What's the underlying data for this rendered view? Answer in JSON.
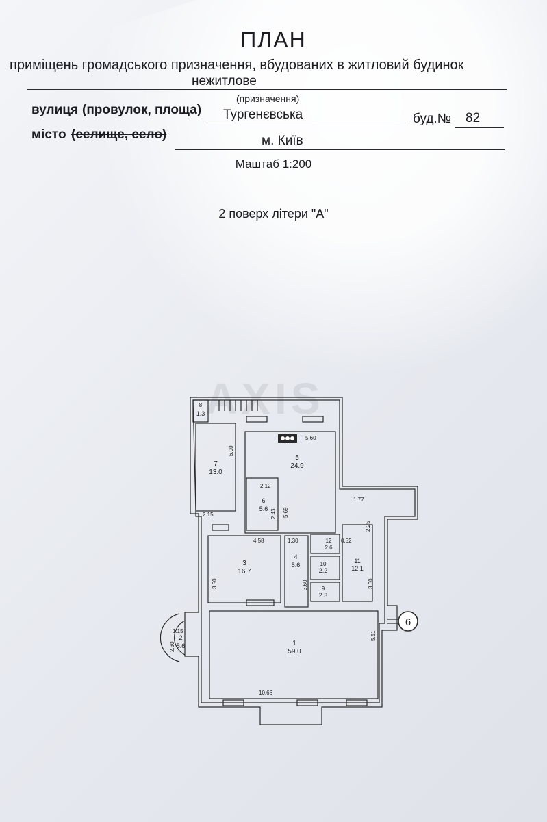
{
  "header": {
    "title": "ПЛАН",
    "subtitle": "приміщень громадського призначення, вбудованих в житловий будинок",
    "purpose": "нежитлове",
    "purpose_hint": "(призначення)"
  },
  "address": {
    "street_label": "вулиця",
    "street_strike": "(провулок, площа)",
    "street_value": "Тургенєвська",
    "building_label": "буд.№",
    "building_value": "82",
    "city_label": "місто",
    "city_strike": "(селище, село)",
    "city_value": "м. Київ"
  },
  "scale": "Маштаб 1:200",
  "floor": "2 поверх літери \"А\"",
  "watermark": "AXIS",
  "plan": {
    "marker": "6",
    "rooms": [
      {
        "no": "1",
        "area": "59.0"
      },
      {
        "no": "2",
        "area": "5.6"
      },
      {
        "no": "3",
        "area": "16.7"
      },
      {
        "no": "4",
        "area": "5.6"
      },
      {
        "no": "5",
        "area": "24.9"
      },
      {
        "no": "6",
        "area": "5.6"
      },
      {
        "no": "7",
        "area": "13.0"
      },
      {
        "no": "8",
        "area": "1.3"
      },
      {
        "no": "9",
        "area": "2.3"
      },
      {
        "no": "10",
        "area": "2.2"
      },
      {
        "no": "11",
        "area": "12.1"
      },
      {
        "no": "12",
        "area": "2.6"
      }
    ],
    "dimensions": {
      "d560": "5.60",
      "d600": "6.00",
      "d212": "2.12",
      "d243": "2.43",
      "d569": "5.69",
      "d215": "2.15",
      "d177": "1.77",
      "d225": "2.25",
      "d458": "4.58",
      "d130": "1.30",
      "d052": "0.52",
      "d350": "3.50",
      "d360a": "3.60",
      "d360b": "3.60",
      "d115": "1.15",
      "d230": "2.30",
      "d551": "5.51",
      "d1066": "10.66"
    }
  }
}
